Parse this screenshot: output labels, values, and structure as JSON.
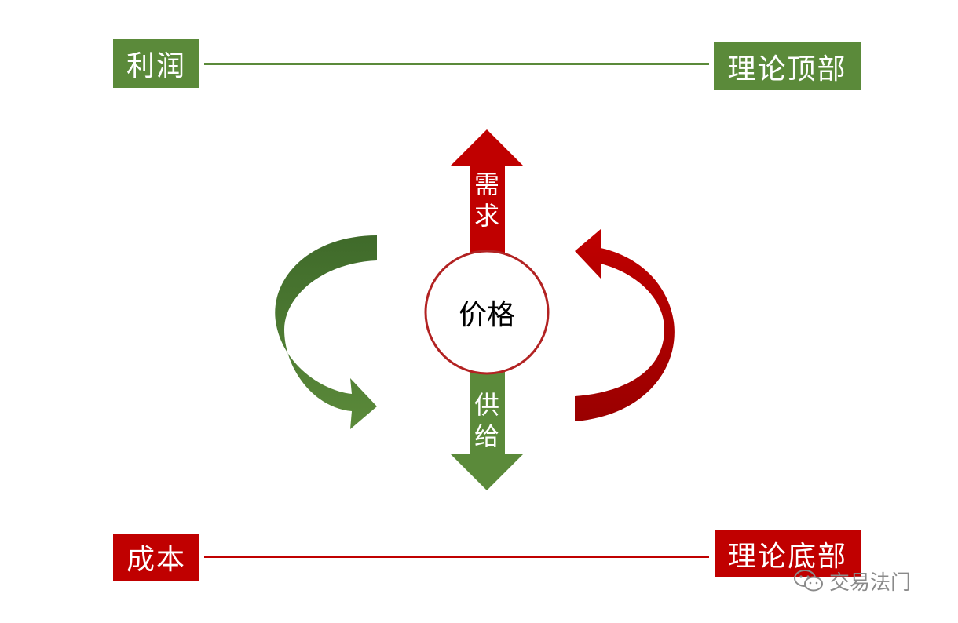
{
  "colors": {
    "green": "#5b8a3a",
    "red": "#c00000",
    "green_dark": "#3f6a2a",
    "red_dark": "#9a0000",
    "line_green": "#5b8a3a",
    "line_red": "#c00000",
    "circle_border": "#b22222",
    "watermark": "#8a8a8a"
  },
  "boxes": {
    "profit": "利润",
    "theory_top": "理论顶部",
    "cost": "成本",
    "theory_bottom": "理论底部"
  },
  "center": {
    "label": "价格"
  },
  "arrows": {
    "demand": "需求",
    "supply": "供给"
  },
  "watermark": {
    "icon": "wechat-icon",
    "text": "交易法门"
  }
}
